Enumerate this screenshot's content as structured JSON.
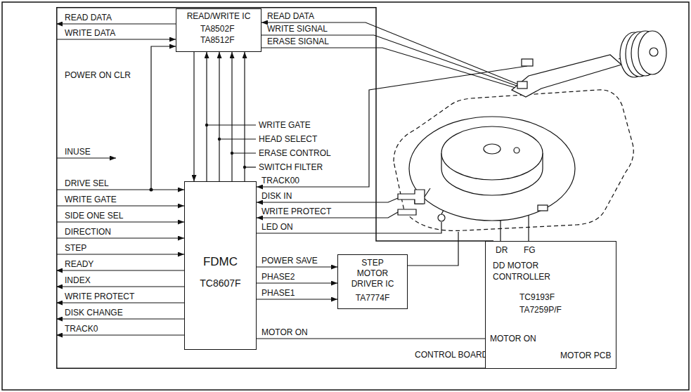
{
  "diagram": {
    "nodes": [
      {
        "text": [
          "CONTROL BOARD"
        ]
      },
      {
        "text": [
          "READ/WRITE IC",
          "TA8502F TA8512F"
        ],
        "in": 0
      },
      {
        "text": [
          "FDMC",
          "TC8607F"
        ],
        "in": 0
      },
      {
        "text": [
          "STEP MOTOR DRIVER IC",
          "TA7774F"
        ],
        "in": 0
      },
      {
        "text": [
          "DR",
          "FG",
          "DD MOTOR CONTROLLER",
          "TC9193F TA7259P/F",
          "MOTOR ON",
          "MOTOR PCB"
        ]
      }
    ],
    "edges": [
      {
        "from": 1,
        "to": 2,
        "arrow": "to"
      },
      {
        "from": 2,
        "to": 1,
        "label": "WRITE GATE",
        "arrow": "to"
      },
      {
        "from": 2,
        "to": 1,
        "label": "HEAD SELECT",
        "arrow": "to"
      },
      {
        "from": 2,
        "to": 1,
        "label": "ERASE CONTROL",
        "arrow": "to"
      },
      {
        "from": 2,
        "to": 1,
        "label": "SWITCH FILTER",
        "arrow": "to"
      },
      {
        "from": 2,
        "to": 3,
        "label": "POWER SAVE",
        "arrow": "to"
      },
      {
        "from": 2,
        "to": 3,
        "label": "PHASE2",
        "arrow": "to"
      },
      {
        "from": 2,
        "to": 3,
        "label": "PHASE1",
        "arrow": "to"
      },
      {
        "from": 2,
        "to": 4,
        "label": "MOTOR ON",
        "arrow": "none"
      }
    ],
    "labels": [
      "READ DATA",
      "WRITE DATA",
      "POWER ON CLR",
      "INUSE",
      "DRIVE SEL",
      "WRITE GATE",
      "SIDE ONE SEL",
      "DIRECTION",
      "STEP",
      "READY",
      "INDEX",
      "WRITE PROTECT",
      "DISK CHANGE",
      "TRACK0",
      "READ DATA",
      "WRITE SIGNAL",
      "ERASE SIGNAL",
      "TRACK00",
      "DISK IN",
      "WRITE PROTECT",
      "LED ON"
    ]
  }
}
